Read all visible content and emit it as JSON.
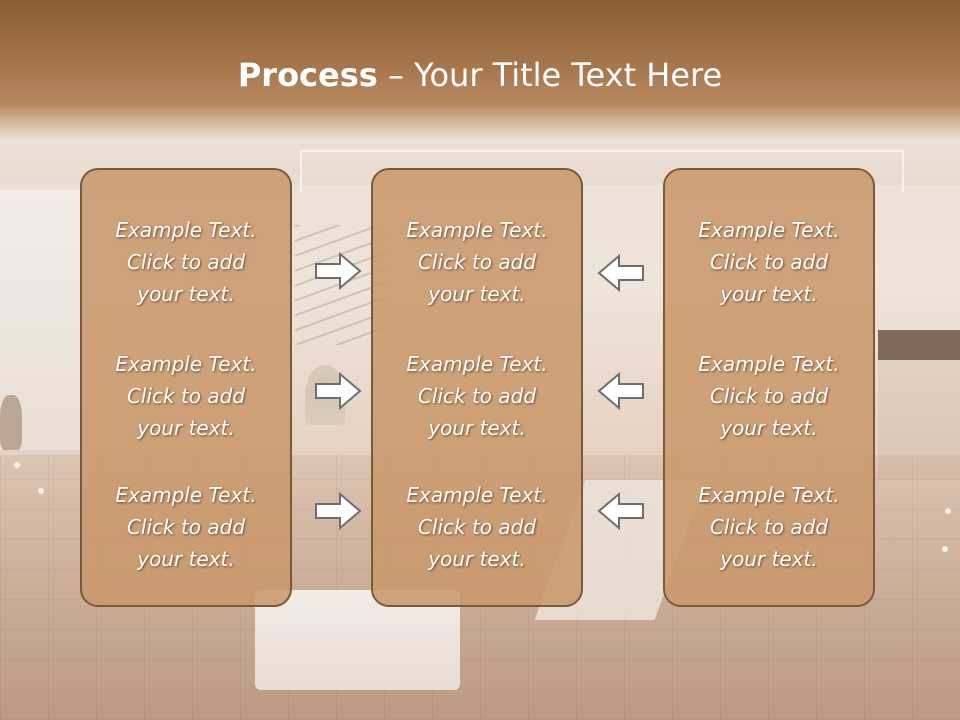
{
  "title": {
    "bold": "Process",
    "rest": " – Your Title Text Here"
  },
  "colors": {
    "header": "#a4744a",
    "box_fill": "#c9986c",
    "box_border": "#7b5a3c",
    "arrow_fill": "#ffffff",
    "arrow_stroke": "#6e6e6e"
  },
  "columns": [
    {
      "blocks": [
        {
          "line1": "Example Text.",
          "line2": "Click  to add",
          "line3": "your text."
        },
        {
          "line1": "Example Text.",
          "line2": "Click  to add",
          "line3": "your text."
        },
        {
          "line1": "Example Text.",
          "line2": "Click  to add",
          "line3": "your text."
        }
      ]
    },
    {
      "blocks": [
        {
          "line1": "Example Text.",
          "line2": "Click  to add",
          "line3": "your text."
        },
        {
          "line1": "Example Text.",
          "line2": "Click  to add",
          "line3": "your text."
        },
        {
          "line1": "Example Text.",
          "line2": "Click  to add",
          "line3": "your text."
        }
      ]
    },
    {
      "blocks": [
        {
          "line1": "Example Text.",
          "line2": "Click  to add",
          "line3": "your text."
        },
        {
          "line1": "Example Text.",
          "line2": "Click  to add",
          "line3": "your text."
        },
        {
          "line1": "Example Text.",
          "line2": "Click  to add",
          "line3": "your text."
        }
      ]
    }
  ],
  "arrows": {
    "left": [
      "right-arrow-icon",
      "right-arrow-icon",
      "right-arrow-icon"
    ],
    "right": [
      "left-arrow-icon",
      "left-arrow-icon",
      "left-arrow-icon"
    ]
  }
}
